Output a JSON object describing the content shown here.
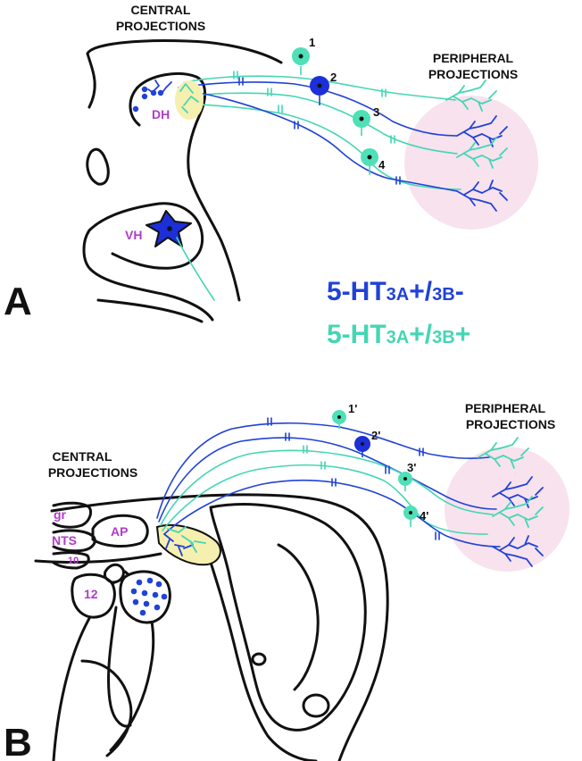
{
  "colors": {
    "blue": "#2142d6",
    "teal": "#44d6b4",
    "cell_blue": "#1d2fd8",
    "cell_teal": "#4fe0b8",
    "target_pink": "#f7e2ee",
    "terminal_yellow": "#f6f0b0",
    "region_magenta": "#b03cc8"
  },
  "panel_a": {
    "panel_label": "A",
    "central_label_line1": "CENTRAL",
    "central_label_line2": "PROJECTIONS",
    "peripheral_label_line1": "PERIPHERAL",
    "peripheral_label_line2": "PROJECTIONS",
    "region_dh": "DH",
    "region_vh": "VH",
    "cells": [
      {
        "label": "1",
        "type": "3A+/3B+"
      },
      {
        "label": "2",
        "type": "3A+/3B-"
      },
      {
        "label": "3",
        "type": "3A+/3B+"
      },
      {
        "label": "4",
        "type": "3A+/3B+"
      }
    ]
  },
  "legend": {
    "blue_main": "5-HT",
    "blue_sub": "3A",
    "blue_mid": "+/",
    "blue_sub2": "3B",
    "blue_end": "-",
    "teal_main": "5-HT",
    "teal_sub": "3A",
    "teal_mid": "+/",
    "teal_sub2": "3B",
    "teal_end": "+"
  },
  "panel_b": {
    "panel_label": "B",
    "central_label_line1": "CENTRAL",
    "central_label_line2": "PROJECTIONS",
    "peripheral_label_line1": "PERIPHERAL",
    "peripheral_label_line2": "PROJECTIONS",
    "region_gr": "gr",
    "region_ap": "AP",
    "region_nts": "NTS",
    "region_10": "10",
    "region_12": "12",
    "cells": [
      {
        "label": "1'",
        "type": "3A+/3B+"
      },
      {
        "label": "2'",
        "type": "3A+/3B-"
      },
      {
        "label": "3'",
        "type": "3A+/3B+"
      },
      {
        "label": "4'",
        "type": "3A+/3B+"
      }
    ]
  }
}
